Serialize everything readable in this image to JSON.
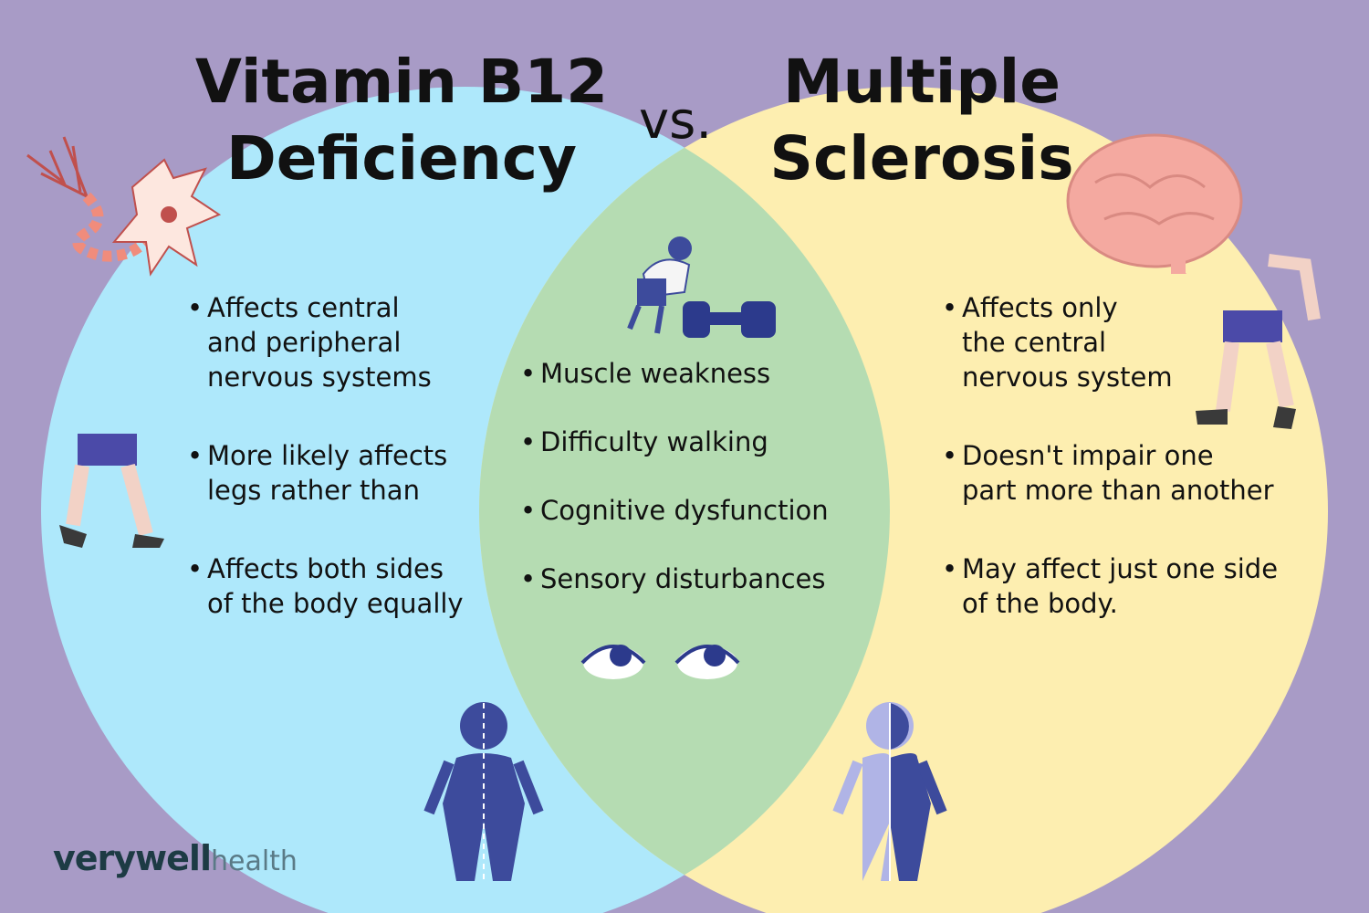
{
  "title_left_line1": "Vitamin B12",
  "title_left_line2": "Deficiency",
  "title_vs": "vs.",
  "title_right_line1": "Multiple",
  "title_right_line2": "Sclerosis",
  "left_items": [
    {
      "line1": "Affects central",
      "line2": "and peripheral",
      "line3": "nervous systems"
    },
    {
      "line1": "More likely affects",
      "line2": "legs rather than"
    },
    {
      "line1": "Affects both sides",
      "line2": "of the body equally"
    }
  ],
  "middle_items": [
    "Muscle weakness",
    "Difficulty walking",
    "Cognitive dysfunction",
    "Sensory disturbances"
  ],
  "right_items": [
    {
      "line1": "Affects only",
      "line2": "the central",
      "line3": "nervous system"
    },
    {
      "line1": "Doesn't impair one",
      "line2": "part more than another"
    },
    {
      "line1": "May affect just one side",
      "line2": "of the body."
    }
  ],
  "brand_main": "verywell",
  "brand_sub": "health",
  "colors": {
    "background": "#a89bc6",
    "left_circle": "#aee8fb",
    "right_circle": "#fdeeb0",
    "overlap": "#b5dcb2",
    "figure": "#3d4b9c"
  }
}
